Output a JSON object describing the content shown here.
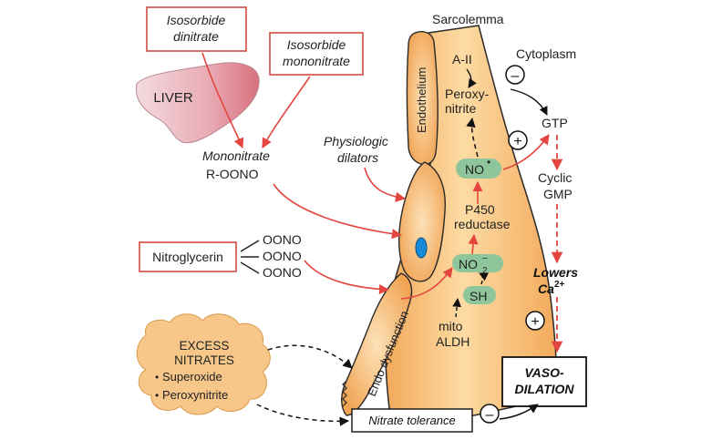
{
  "labels": {
    "isdn": [
      "Isosorbide",
      "dinitrate"
    ],
    "ismn": [
      "Isosorbide",
      "mononitrate"
    ],
    "liver": "LIVER",
    "mononitrate": [
      "Mononitrate",
      "R-OONO"
    ],
    "physiologic": [
      "Physiologic",
      "dilators"
    ],
    "nitroglycerin": "Nitroglycerin",
    "oono": [
      "OONO",
      "OONO",
      "OONO"
    ],
    "excess": [
      "EXCESS",
      "NITRATES"
    ],
    "superoxide": "Superoxide",
    "peroxynitrite_bullet": "Peroxynitrite",
    "bullet": "•",
    "sarcolemma": "Sarcolemma",
    "cytoplasm": "Cytoplasm",
    "endothelium": "Endothelium",
    "endo_dysfunction": "Endo dysfunction",
    "a2": "A-II",
    "peroxynitrite": [
      "Peroxy-",
      "nitrite"
    ],
    "no": "NO",
    "no_dot": "•",
    "p450": [
      "P450",
      "reductase"
    ],
    "no2": "NO",
    "no2_sub": "2",
    "no2_sup": "–",
    "sh": "SH",
    "mito": [
      "mito",
      "ALDH"
    ],
    "gtp": "GTP",
    "cgmp": [
      "Cyclic",
      "GMP"
    ],
    "lowers": "Lowers",
    "ca": "Ca",
    "ca_sup": "2+",
    "vaso": [
      "VASO-",
      "DILATION"
    ],
    "nitrate_tolerance": "Nitrate tolerance",
    "plus": "+",
    "minus": "–"
  },
  "colors": {
    "arrow_red": "#e4463f",
    "box_border": "#d44b3f",
    "cell_orange": "#f7c27f",
    "cell_border": "#2a2a2a",
    "liver_pink": "#e29aa3",
    "green_pill": "#8fc59b",
    "excess_fill": "#f6c789",
    "nucleus_blue": "#1a8ad8"
  }
}
